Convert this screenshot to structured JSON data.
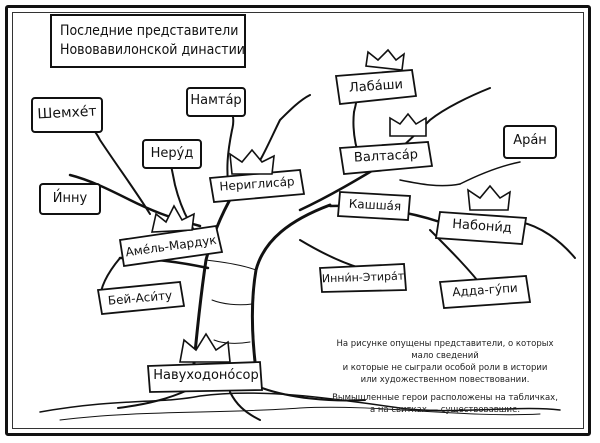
{
  "title": {
    "line1": "Последние представители",
    "line2": "Нововавилонской династии"
  },
  "tablets": {
    "shemhet": "Шемхе́т",
    "namtar": "Намта́р",
    "nerud": "Неру́д",
    "innu": "И́нну",
    "aran": "Ара́н"
  },
  "scrolls": {
    "labashi": "Лаба́ши",
    "valtasar": "Валтаса́р",
    "neriglisar": "Нериглиса́р",
    "kashshaya": "Кашша́я",
    "nabonid": "Набони́д",
    "amel_marduk": "Аме́ль-Мардук",
    "inin_etirat": "Инни́н-Этира́т",
    "bei_asitu": "Бей-Аси́ту",
    "adda_gupi": "Адда-гу́пи",
    "nebuchadnezzar": "Навуходоно́сор"
  },
  "note": {
    "line1": "На рисунке опущены представители, о которых мало сведений",
    "line2": "и которые не сыграли особой роли в истории",
    "line3": "или художественном повествовании.",
    "line4": "Вымышленные герои расположены на табличках,",
    "line5": "а на свитках — существовавшие."
  }
}
